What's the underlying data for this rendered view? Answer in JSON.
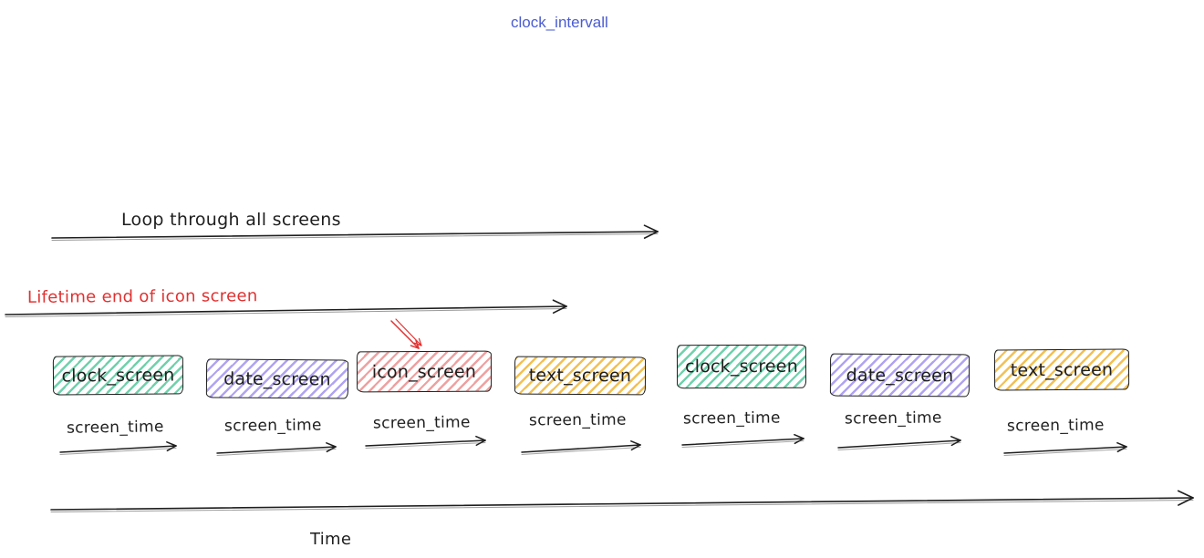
{
  "title": {
    "text": "clock_intervall",
    "color": "#4a5cd2"
  },
  "loop": {
    "label": "Loop through all screens"
  },
  "lifetime": {
    "label": "Lifetime end of icon screen",
    "color": "#e03131"
  },
  "time": {
    "label": "Time"
  },
  "colors": {
    "stroke": "#1e1e1e",
    "red_accent": "#e03131"
  },
  "screens": [
    {
      "label": "clock_screen",
      "type": "clock",
      "hatch_color": "#6fd1ac",
      "screen_time_label": "screen_time"
    },
    {
      "label": "date_screen",
      "type": "date",
      "hatch_color": "#b1a3f2",
      "screen_time_label": "screen_time"
    },
    {
      "label": "icon_screen",
      "type": "icon",
      "hatch_color": "#efa0a0",
      "screen_time_label": "screen_time",
      "highlighted_by_red_arrow": true
    },
    {
      "label": "text_screen",
      "type": "text",
      "hatch_color": "#f2c055",
      "screen_time_label": "screen_time"
    },
    {
      "label": "clock_screen",
      "type": "clock",
      "hatch_color": "#6fd1ac",
      "screen_time_label": "screen_time"
    },
    {
      "label": "date_screen",
      "type": "date",
      "hatch_color": "#b1a3f2",
      "screen_time_label": "screen_time"
    },
    {
      "label": "text_screen",
      "type": "text",
      "hatch_color": "#f2c055",
      "screen_time_label": "screen_time"
    }
  ]
}
